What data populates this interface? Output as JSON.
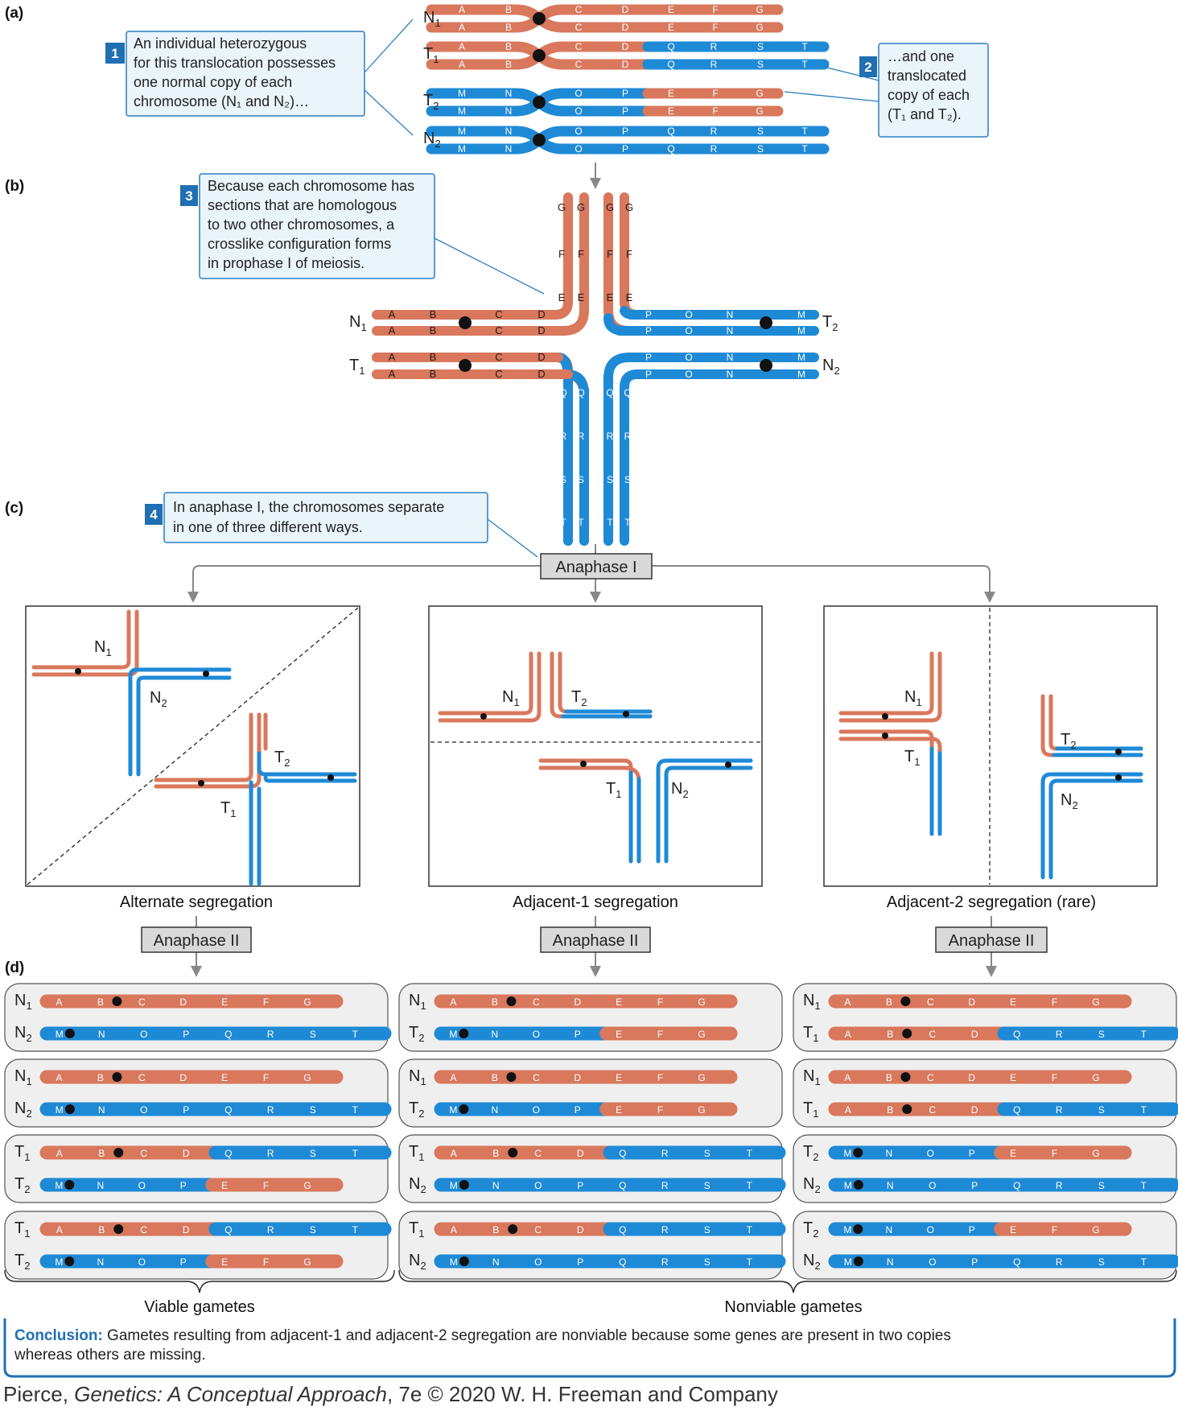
{
  "panels": {
    "a": "(a)",
    "b": "(b)",
    "c": "(c)",
    "d": "(d)"
  },
  "notes": {
    "n1": {
      "num": "1",
      "lines": [
        "An individual heterozygous",
        "for this translocation possesses",
        "one normal copy of each",
        "chromosome (N₁ and N₂)…"
      ]
    },
    "n2": {
      "num": "2",
      "lines": [
        "…and one",
        "translocated",
        "copy of each",
        "(T₁ and T₂)."
      ]
    },
    "n3": {
      "num": "3",
      "lines": [
        "Because each chromosome has",
        "sections that are homologous",
        "to two other chromosomes, a",
        "crosslike configuration forms",
        "in prophase I of meiosis."
      ]
    },
    "n4": {
      "num": "4",
      "lines": [
        "In anaphase I, the chromosomes separate",
        "in one of three different ways."
      ]
    }
  },
  "chromosomes": {
    "N1": {
      "letter": "N",
      "sub": "1",
      "genes": [
        "A",
        "B",
        "C",
        "D",
        "E",
        "F",
        "G"
      ]
    },
    "T1": {
      "letter": "T",
      "sub": "1",
      "genes": [
        "A",
        "B",
        "C",
        "D",
        "Q",
        "R",
        "S",
        "T"
      ]
    },
    "T2": {
      "letter": "T",
      "sub": "2",
      "genes": [
        "M",
        "N",
        "O",
        "P",
        "E",
        "F",
        "G"
      ]
    },
    "N2": {
      "letter": "N",
      "sub": "2",
      "genes": [
        "M",
        "N",
        "O",
        "P",
        "Q",
        "R",
        "S",
        "T"
      ]
    }
  },
  "stages": {
    "anaphase1": "Anaphase I",
    "anaphase2": "Anaphase II"
  },
  "segregation": {
    "alternate": "Alternate segregation",
    "adjacent1": "Adjacent-1 segregation",
    "adjacent2": "Adjacent-2 segregation (rare)"
  },
  "gametes": {
    "columns": [
      [
        [
          "N1",
          "N2"
        ],
        [
          "N1",
          "N2"
        ],
        [
          "T1",
          "T2"
        ],
        [
          "T1",
          "T2"
        ]
      ],
      [
        [
          "N1",
          "T2"
        ],
        [
          "N1",
          "T2"
        ],
        [
          "T1",
          "N2"
        ],
        [
          "T1",
          "N2"
        ]
      ],
      [
        [
          "N1",
          "T1"
        ],
        [
          "N1",
          "T1"
        ],
        [
          "T2",
          "N2"
        ],
        [
          "T2",
          "N2"
        ]
      ]
    ],
    "viable": "Viable gametes",
    "nonviable": "Nonviable gametes"
  },
  "conclusion": {
    "label": "Conclusion:",
    "line1": " Gametes resulting from adjacent-1 and adjacent-2 segregation are nonviable because some genes are present in two copies",
    "line2": "whereas others are missing."
  },
  "credit": {
    "pre": "Pierce, ",
    "title": "Genetics: A Conceptual Approach",
    "post": ", 7e © 2020 W. H. Freeman and Company"
  },
  "colors": {
    "orange": "#d9785c",
    "blue": "#1e8ad6",
    "centromere": "#111111",
    "note_border": "#2a7fbf",
    "note_fill": "#e9f4fb"
  }
}
